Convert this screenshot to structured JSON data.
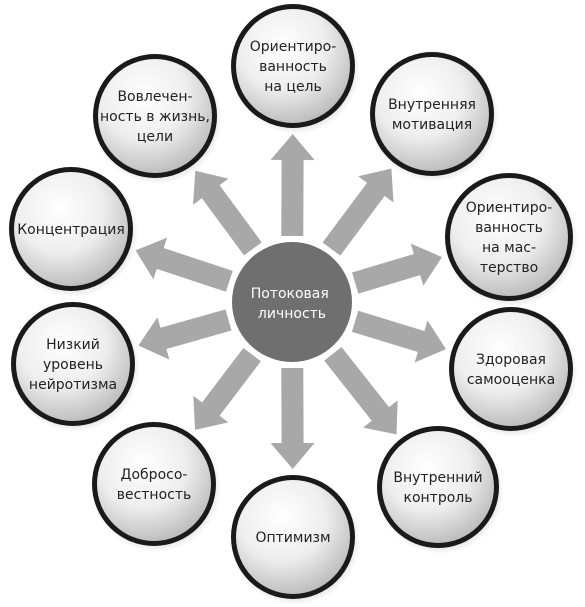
{
  "center": {
    "lines": [
      "Потоковая",
      "личность"
    ]
  },
  "nodes": [
    {
      "id": "orientation-goal",
      "lines": [
        "Ориентиро-",
        "ванность",
        "на цель"
      ]
    },
    {
      "id": "inner-motivation",
      "lines": [
        "Внутренняя",
        "мотивация"
      ]
    },
    {
      "id": "orientation-mastery",
      "lines": [
        "Ориентиро-",
        "ванность",
        "на мас-",
        "терство"
      ]
    },
    {
      "id": "healthy-self-esteem",
      "lines": [
        "Здоровая",
        "самооценка"
      ]
    },
    {
      "id": "inner-control",
      "lines": [
        "Внутренний",
        "контроль"
      ]
    },
    {
      "id": "optimism",
      "lines": [
        "Оптимизм"
      ]
    },
    {
      "id": "conscientiousness",
      "lines": [
        "Добросо-",
        "вестность"
      ]
    },
    {
      "id": "low-neuroticism",
      "lines": [
        "Низкий",
        "уровень",
        "нейротизма"
      ]
    },
    {
      "id": "concentration",
      "lines": [
        "Концентрация"
      ]
    },
    {
      "id": "life-involvement",
      "lines": [
        "Вовлечен-",
        "ность в жизнь,",
        "цели"
      ]
    }
  ]
}
